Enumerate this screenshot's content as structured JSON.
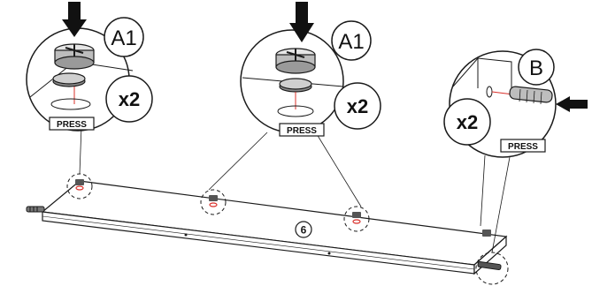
{
  "callouts": [
    {
      "id": "left",
      "part_label": "A1",
      "quantity": "x2",
      "action": "PRESS"
    },
    {
      "id": "middle",
      "part_label": "A1",
      "quantity": "x2",
      "action": "PRESS"
    },
    {
      "id": "right",
      "part_label": "B",
      "quantity": "x2",
      "action": "PRESS"
    }
  ],
  "panel": {
    "part_number": "6"
  },
  "colors": {
    "stroke": "#1a1a1a",
    "accent_red": "#d9302a",
    "arrow": "#111111",
    "cam_gray": "#9a9a9a"
  }
}
